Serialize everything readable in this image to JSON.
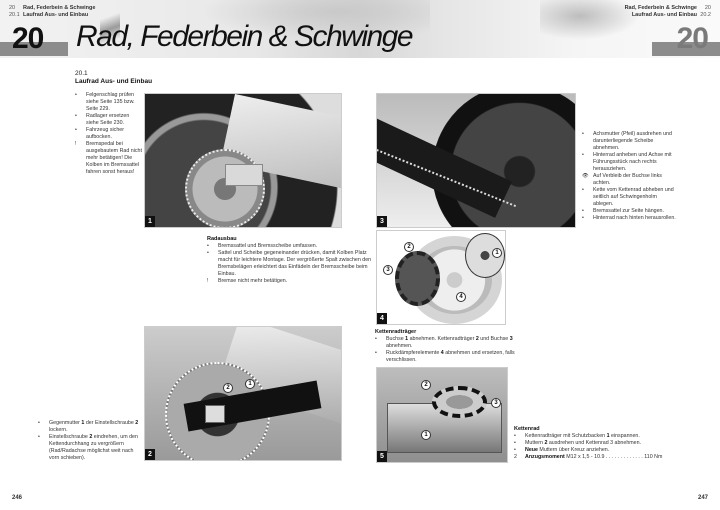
{
  "header": {
    "left_breadcrumb": [
      {
        "num": "20",
        "text": "Rad, Federbein & Schwinge"
      },
      {
        "num": "20.1",
        "text": "Laufrad Aus- und Einbau"
      }
    ],
    "right_breadcrumb": [
      {
        "num": "20",
        "text": "Rad, Federbein & Schwinge"
      },
      {
        "num": "20.2",
        "text": "Laufrad Aus- und Einbau"
      }
    ],
    "chapter_number": "20",
    "chapter_title": "Rad, Federbein & Schwinge"
  },
  "section": {
    "number": "20.1",
    "title": "Laufrad Aus- und Einbau"
  },
  "intro_list": [
    {
      "mark": "•",
      "text": "Felgenschlag prüfen siehe Seite 135 bzw. Seite 229."
    },
    {
      "mark": "•",
      "text": "Radlager ersetzen siehe Seite 230."
    },
    {
      "mark": "•",
      "text": "Fahrzeug sicher aufbocken."
    },
    {
      "mark": "!",
      "text": "Bremspedal bei ausgebautem Rad nicht mehr betätigen! Die Kolben im Bremssattel fahren sonst heraus!"
    }
  ],
  "radausbau": {
    "title": "Radausbau",
    "items": [
      {
        "mark": "•",
        "text": "Bremssattel und Bremsscheibe umfassen."
      },
      {
        "mark": "•",
        "text": "Sattel und Scheibe gegeneinander drücken, damit Kolben Platz macht für leichtere Montage. Der vergrößerte Spalt zwischen den Bremsbelägen erleichtert das Einfädeln der Bremsscheibe beim Einbau."
      },
      {
        "mark": "!",
        "text": "Bremse nicht mehr betätigen."
      }
    ]
  },
  "adjust_list": [
    {
      "mark": "•",
      "pre": "Gegenmutter ",
      "b1": "1",
      "mid": " der Einstellschraube ",
      "b2": "2",
      "post": " lockern."
    },
    {
      "mark": "•",
      "pre": "Einstellschraube ",
      "b1": "2",
      "mid": " eindrehen, um den Kettendurchhang zu vergrößern (Rad/Radachse möglichst weit nach vorn schieben).",
      "b2": "",
      "post": ""
    }
  ],
  "right_list": [
    {
      "mark": "•",
      "text": "Achsmutter (Pfeil) ausdrehen und darunterliegende Scheibe abnehmen."
    },
    {
      "mark": "•",
      "text": "Hinterrad anheben und Achse mit Führungsstück nach rechts herausziehen."
    },
    {
      "mark": "👁",
      "text": "Auf Verbleib der Buchse links achten."
    },
    {
      "mark": "•",
      "text": "Kette vom Kettenrad abheben und seitlich auf Schwingenholm ablegen."
    },
    {
      "mark": "•",
      "text": "Bremssattel zur Seite hängen."
    },
    {
      "mark": "•",
      "text": "Hinterrad nach hinten herausrollen."
    }
  ],
  "kettenradtraeger": {
    "title": "Kettenradträger",
    "items": [
      {
        "mark": "•",
        "pre": "Buchse ",
        "b1": "1",
        "mid": " abnehmen. Kettenradträger ",
        "b2": "2",
        "post": " und Buchse ",
        "b3": "3",
        "end": " abnehmen."
      },
      {
        "mark": "•",
        "pre": "Ruckdämpferelemente ",
        "b1": "4",
        "mid": " abnehmen und ersetzen, falls verschlissen.",
        "b2": "",
        "post": "",
        "b3": "",
        "end": ""
      }
    ]
  },
  "kettenrad": {
    "title": "Kettenrad",
    "items": [
      {
        "mark": "•",
        "pre": "Kettenradträger mit Schutzbacken ",
        "b": "1",
        "post": " einspannen."
      },
      {
        "mark": "•",
        "pre": "Muttern ",
        "b": "2",
        "post": " ausdrehen und Kettenrad 3 abnehmen."
      },
      {
        "mark": "•",
        "pre": "",
        "b": "Neue",
        "post": " Muttern über Kreuz anziehen."
      },
      {
        "mark": "2",
        "pre": "",
        "b": "Anzugsmoment",
        "post": " M12 x 1,5 - 10.9 . . . . . . . . . . . . . 110 Nm"
      }
    ]
  },
  "figures": [
    {
      "num": "1",
      "alt": "Rear wheel brake caliper and disc"
    },
    {
      "num": "2",
      "alt": "Chain adjuster with callouts",
      "callouts": [
        "1",
        "2"
      ]
    },
    {
      "num": "3",
      "alt": "Rear wheel axle nut (arrow)"
    },
    {
      "num": "4",
      "alt": "Exploded rear wheel",
      "callouts": [
        "1",
        "2",
        "3",
        "4"
      ]
    },
    {
      "num": "5",
      "alt": "Sprocket carrier clamped in vise",
      "callouts": [
        "1",
        "2",
        "3"
      ]
    }
  ],
  "footer": {
    "left_page": "246",
    "right_page": "247"
  }
}
